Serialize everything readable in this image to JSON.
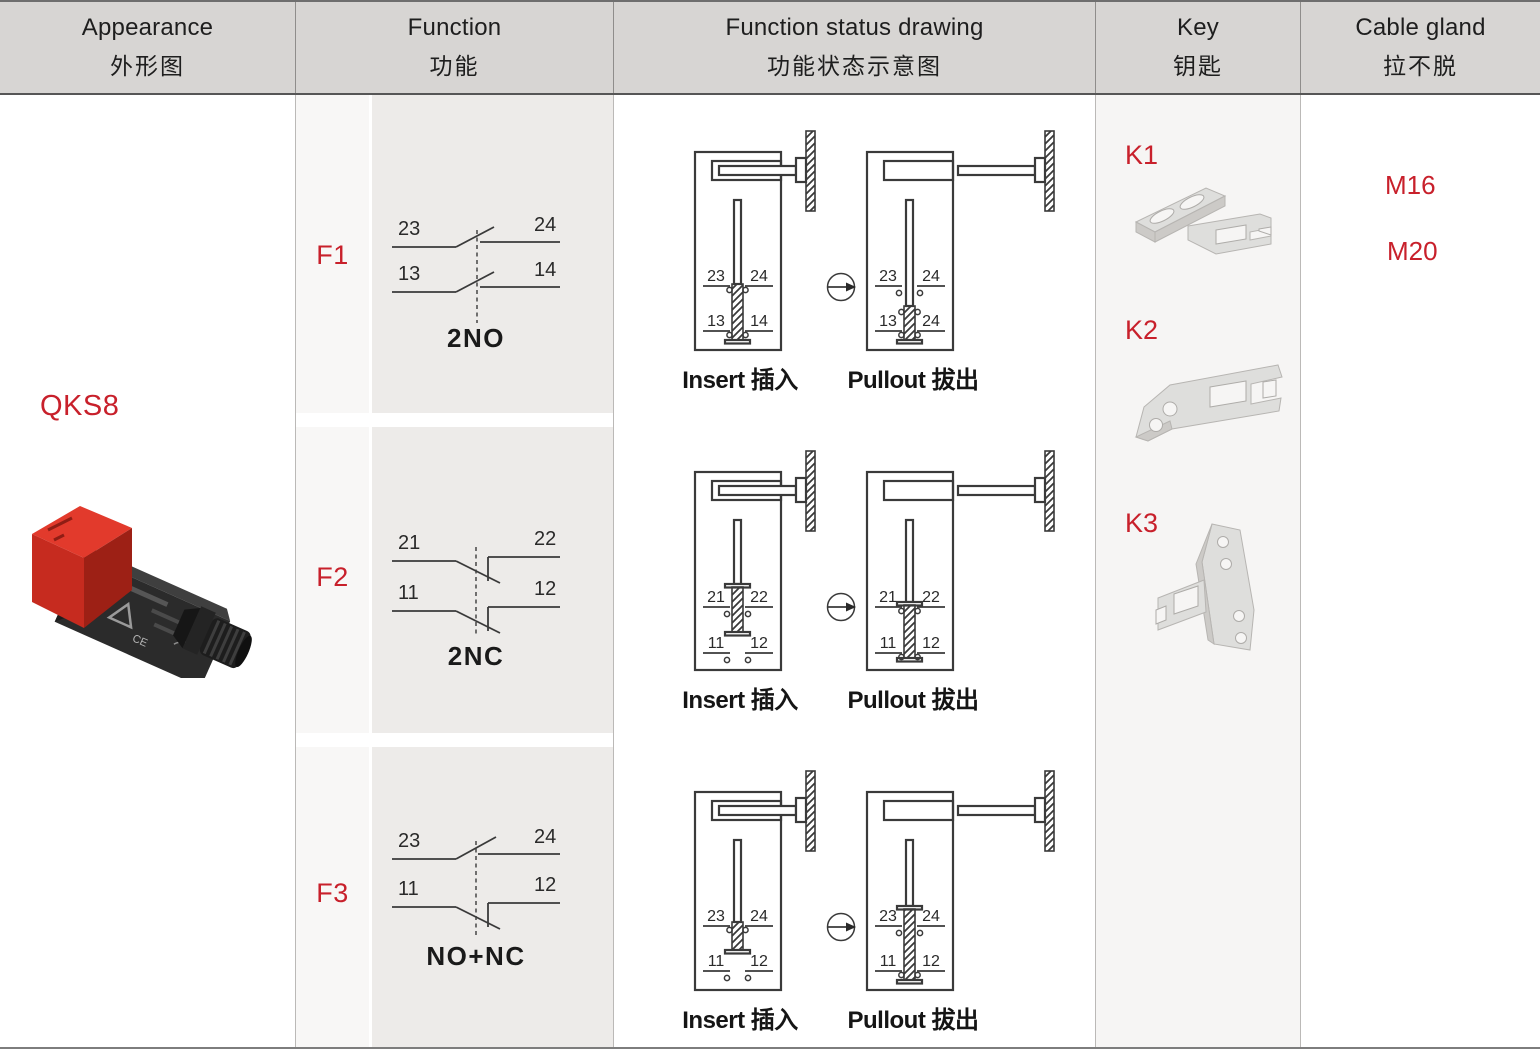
{
  "accent_red": "#c8202b",
  "header": {
    "columns": [
      {
        "en": "Appearance",
        "zh": "外形图"
      },
      {
        "en": "Function",
        "zh": "功能"
      },
      {
        "en": "Function status drawing",
        "zh": "功能状态示意图"
      },
      {
        "en": "Key",
        "zh": "钥匙"
      },
      {
        "en": "Cable gland",
        "zh": "拉不脱"
      }
    ]
  },
  "appearance": {
    "model": "QKS8"
  },
  "functions": [
    {
      "label": "F1",
      "caption": "2NO",
      "t": {
        "tl": "23",
        "tr": "24",
        "bl": "13",
        "br": "14"
      }
    },
    {
      "label": "F2",
      "caption": "2NC",
      "t": {
        "tl": "21",
        "tr": "22",
        "bl": "11",
        "br": "12"
      }
    },
    {
      "label": "F3",
      "caption": "NO+NC",
      "t": {
        "tl": "23",
        "tr": "24",
        "bl": "11",
        "br": "12"
      }
    }
  ],
  "status_rows": [
    {
      "insert": {
        "label": "Insert 插入",
        "tl": "23",
        "tr": "24",
        "bl": "13",
        "br": "14"
      },
      "pullout": {
        "label": "Pullout 拔出",
        "tl": "23",
        "tr": "24",
        "bl": "13",
        "br": "24"
      }
    },
    {
      "insert": {
        "label": "Insert 插入",
        "tl": "21",
        "tr": "22",
        "bl": "11",
        "br": "12"
      },
      "pullout": {
        "label": "Pullout 拔出",
        "tl": "21",
        "tr": "22",
        "bl": "11",
        "br": "12"
      }
    },
    {
      "insert": {
        "label": "Insert 插入",
        "tl": "23",
        "tr": "24",
        "bl": "11",
        "br": "12"
      },
      "pullout": {
        "label": "Pullout 拔出",
        "tl": "23",
        "tr": "24",
        "bl": "11",
        "br": "12"
      }
    }
  ],
  "keys": {
    "items": [
      {
        "label": "K1"
      },
      {
        "label": "K2"
      },
      {
        "label": "K3"
      }
    ]
  },
  "cable_gland": {
    "sizes": [
      "M16",
      "M20"
    ]
  }
}
